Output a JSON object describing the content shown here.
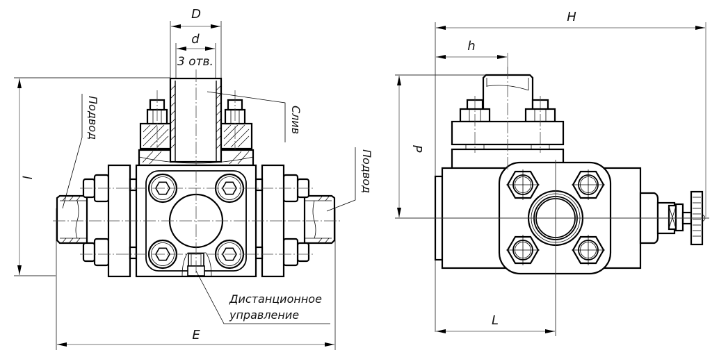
{
  "drawing": {
    "title": "Valve assembly technical drawing (two views)",
    "left_view": {
      "dimensions": {
        "D": "D",
        "d": "d",
        "holes": "3 отв.",
        "l": "l",
        "E": "E"
      },
      "callouts": {
        "inlet_left": "Подвод",
        "inlet_right": "Подвод",
        "drain": "Слив",
        "remote_control_line1": "Дистанционное",
        "remote_control_line2": "управление"
      }
    },
    "right_view": {
      "dimensions": {
        "H": "H",
        "h": "h",
        "P": "P",
        "L": "L"
      }
    }
  }
}
